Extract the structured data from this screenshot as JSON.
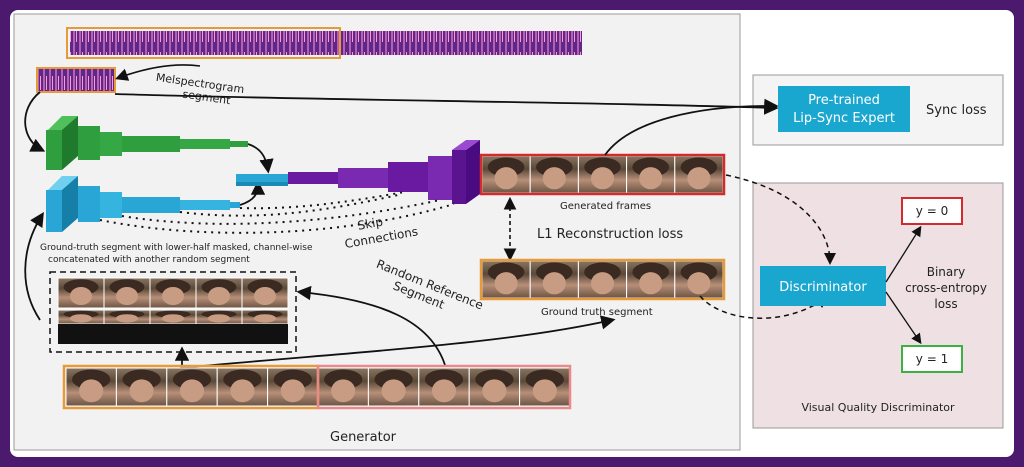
{
  "colors": {
    "frame_border": "#4b1a6e",
    "panel_bg": "#f2f2f2",
    "disc_panel_bg": "#efe1e3",
    "accent_cyan": "#1aa7cf",
    "block_green": "#2e9e3f",
    "block_purple": "#6a1aa0",
    "block_blue": "#2aa6d6",
    "orange": "#e69a3a",
    "red": "#d32b2b",
    "green_box": "#3cb043"
  },
  "labels": {
    "melspec_segment": [
      "Melspectrogram",
      "segment"
    ],
    "sync_expert": [
      "Pre-trained",
      "Lip-Sync Expert"
    ],
    "sync_loss": "Sync loss",
    "generated_frames": "Generated frames",
    "l1_loss": "L1 Reconstruction loss",
    "ground_truth_segment": "Ground truth segment",
    "skip_connections": [
      "Skip",
      "Connections"
    ],
    "gt_masked": [
      "Ground-truth segment with lower-half masked, channel-wise",
      "concatenated with another random segment"
    ],
    "random_reference": [
      "Random Reference",
      "Segment"
    ],
    "generator": "Generator",
    "discriminator": "Discriminator",
    "y0": "y = 0",
    "y1": "y = 1",
    "bce_loss": [
      "Binary",
      "cross-entropy",
      "loss"
    ],
    "visual_quality": "Visual Quality Discriminator"
  }
}
